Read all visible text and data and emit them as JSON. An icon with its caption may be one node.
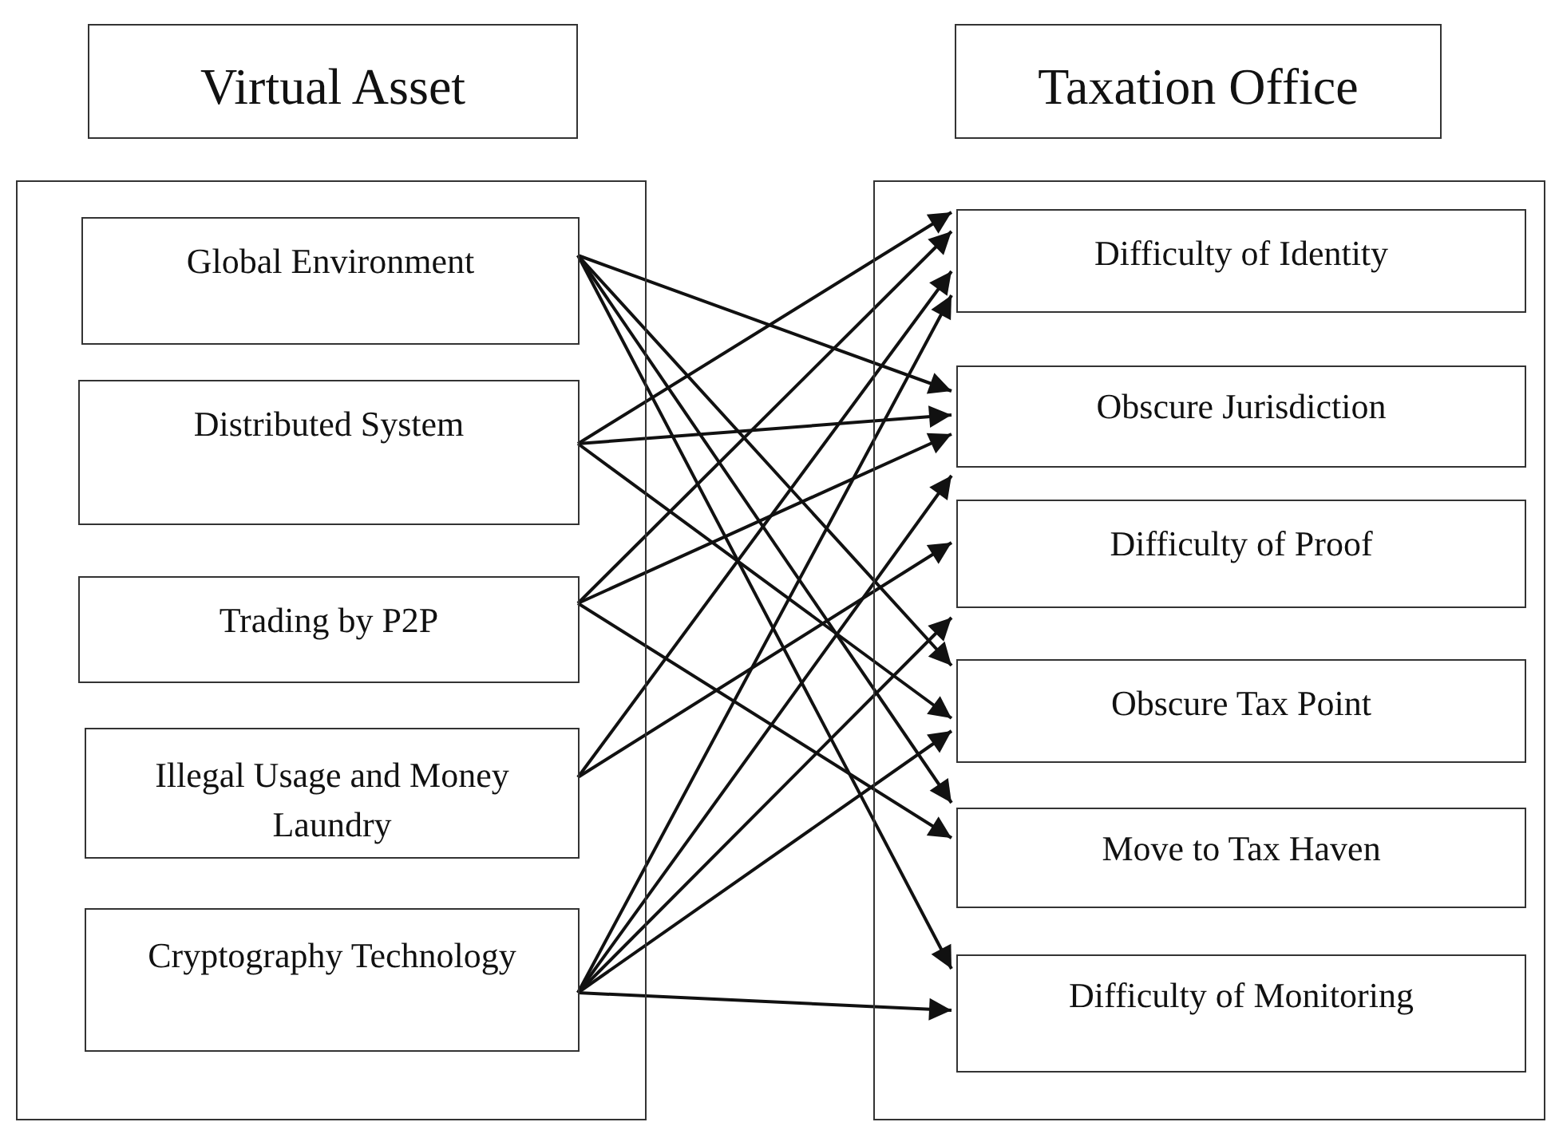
{
  "diagram": {
    "nodes": [
      {
        "text": [
          "Virtual Asset"
        ]
      },
      {
        "text": [
          "Taxation Office"
        ]
      },
      {
        "text": [],
        "shape": "box"
      },
      {
        "text": [
          "Global Environment"
        ],
        "in": 2
      },
      {
        "text": [
          "Distributed System"
        ],
        "in": 2
      },
      {
        "text": [
          "Trading by P2P"
        ],
        "in": 2
      },
      {
        "text": [
          "Illegal Usage and Money Laundry"
        ],
        "in": 2
      },
      {
        "text": [
          "Cryptography Technology"
        ],
        "in": 2
      },
      {
        "text": [],
        "shape": "box"
      },
      {
        "text": [
          "Difficulty of Identity"
        ],
        "in": 8
      },
      {
        "text": [
          "Obscure Jurisdiction"
        ],
        "in": 8
      },
      {
        "text": [
          "Difficulty of Proof"
        ],
        "in": 8
      },
      {
        "text": [
          "Obscure Tax Point"
        ],
        "in": 8
      },
      {
        "text": [
          "Move to Tax Haven"
        ],
        "in": 8
      },
      {
        "text": [
          "Difficulty of Monitoring"
        ],
        "in": 8
      }
    ],
    "edges": [
      {
        "from": 3,
        "to": 10,
        "arrow": "to"
      },
      {
        "from": 3,
        "to": 12,
        "arrow": "to"
      },
      {
        "from": 3,
        "to": 13,
        "arrow": "to"
      },
      {
        "from": 3,
        "to": 14,
        "arrow": "to"
      },
      {
        "from": 4,
        "to": 9,
        "arrow": "to"
      },
      {
        "from": 4,
        "to": 10,
        "arrow": "to"
      },
      {
        "from": 4,
        "to": 12,
        "arrow": "to"
      },
      {
        "from": 5,
        "to": 9,
        "arrow": "to"
      },
      {
        "from": 5,
        "to": 10,
        "arrow": "to"
      },
      {
        "from": 5,
        "to": 13,
        "arrow": "to"
      },
      {
        "from": 6,
        "to": 9,
        "arrow": "to"
      },
      {
        "from": 6,
        "to": 11,
        "arrow": "to"
      },
      {
        "from": 7,
        "to": 9,
        "arrow": "to"
      },
      {
        "from": 7,
        "to": 10,
        "arrow": "to"
      },
      {
        "from": 7,
        "to": 11,
        "arrow": "to"
      },
      {
        "from": 7,
        "to": 12,
        "arrow": "to"
      },
      {
        "from": 7,
        "to": 14,
        "arrow": "to"
      }
    ]
  }
}
